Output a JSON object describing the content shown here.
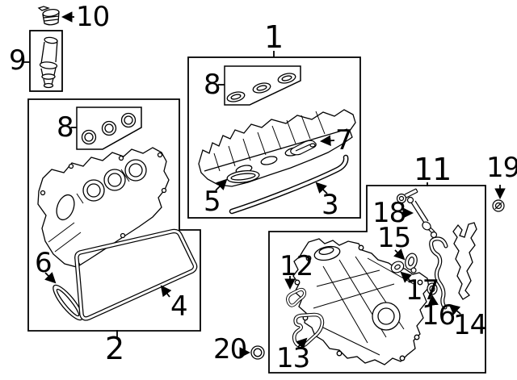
{
  "diagram": {
    "type": "exploded-parts-diagram",
    "subject": "engine valve covers and timing cover",
    "background_color": "#ffffff",
    "line_color": "#000000",
    "callouts": {
      "c1": "1",
      "c2": "2",
      "c3": "3",
      "c4": "4",
      "c5": "5",
      "c6": "6",
      "c7": "7",
      "c8a": "8",
      "c8b": "8",
      "c9": "9",
      "c10": "10",
      "c11": "11",
      "c12": "12",
      "c13": "13",
      "c14": "14",
      "c15": "15",
      "c16": "16",
      "c17": "17",
      "c18": "18",
      "c19": "19",
      "c20": "20"
    }
  }
}
